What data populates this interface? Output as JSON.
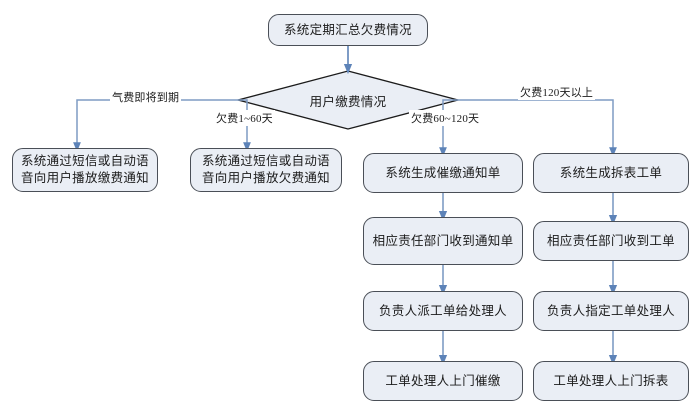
{
  "diagram": {
    "title_node": {
      "label": "系统定期汇总欠费情况"
    },
    "decision": {
      "label": "用户缴费情况"
    },
    "edge_labels": {
      "branch1": "气费即将到期",
      "branch2": "欠费1~60天",
      "branch3": "欠费60~120天",
      "branch4": "欠费120天以上"
    },
    "columns": [
      {
        "name": "column-1",
        "nodes": [
          {
            "label": "系统通过短信或自动语音向用户播放缴费通知"
          }
        ]
      },
      {
        "name": "column-2",
        "nodes": [
          {
            "label": "系统通过短信或自动语音向用户播放欠费通知"
          }
        ]
      },
      {
        "name": "column-3",
        "nodes": [
          {
            "label": "系统生成催缴通知单"
          },
          {
            "label": "相应责任部门收到通知单"
          },
          {
            "label": "负责人派工单给处理人"
          },
          {
            "label": "工单处理人上门催缴"
          }
        ]
      },
      {
        "name": "column-4",
        "nodes": [
          {
            "label": "系统生成拆表工单"
          },
          {
            "label": "相应责任部门收到工单"
          },
          {
            "label": "负责人指定工单处理人"
          },
          {
            "label": "工单处理人上门拆表"
          }
        ]
      }
    ],
    "colors": {
      "node_fill": "#eaeef5",
      "node_border": "#4a4f57",
      "connector": "#7f9cc4",
      "diamond_fill": "#eaeef5",
      "diamond_border": "#1b1b1b",
      "text": "#1b1b1b"
    }
  }
}
